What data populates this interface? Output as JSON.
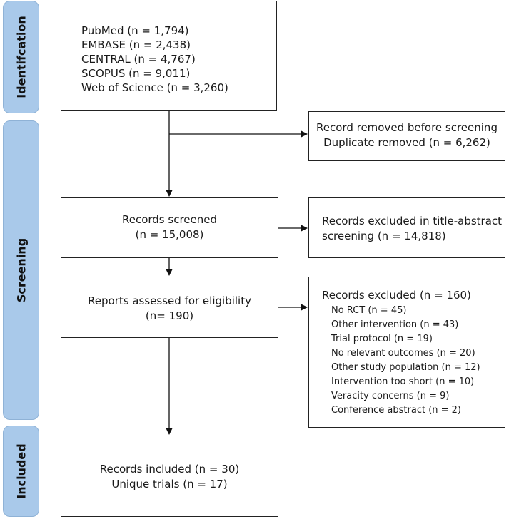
{
  "phases": {
    "identification": "Identifcation",
    "screening": "Screening",
    "included": "Included"
  },
  "identification": {
    "sources": [
      "PubMed (n = 1,794)",
      "EMBASE (n = 2,438)",
      "CENTRAL (n = 4,767)",
      "SCOPUS (n = 9,011)",
      "Web of Science (n = 3,260)"
    ]
  },
  "removed": {
    "title": "Record removed before screening",
    "detail": "Duplicate removed (n = 6,262)"
  },
  "screened": {
    "title": "Records screened",
    "count": "(n = 15,008)"
  },
  "excluded_title_abstract": {
    "line1": "Records excluded in title-abstract",
    "line2": "screening (n = 14,818)"
  },
  "eligibility": {
    "title": "Reports assessed for eligibility",
    "count": "(n= 190)"
  },
  "excluded_reports": {
    "title": "Records excluded (n = 160)",
    "reasons": [
      "No RCT (n = 45)",
      "Other intervention (n = 43)",
      "Trial protocol (n = 19)",
      "No relevant outcomes (n = 20)",
      "Other study population (n = 12)",
      "Intervention too short (n = 10)",
      "Veracity concerns (n = 9)",
      "Conference abstract (n = 2)"
    ]
  },
  "included": {
    "line1": "Records included (n = 30)",
    "line2": "Unique trials (n = 17)"
  }
}
